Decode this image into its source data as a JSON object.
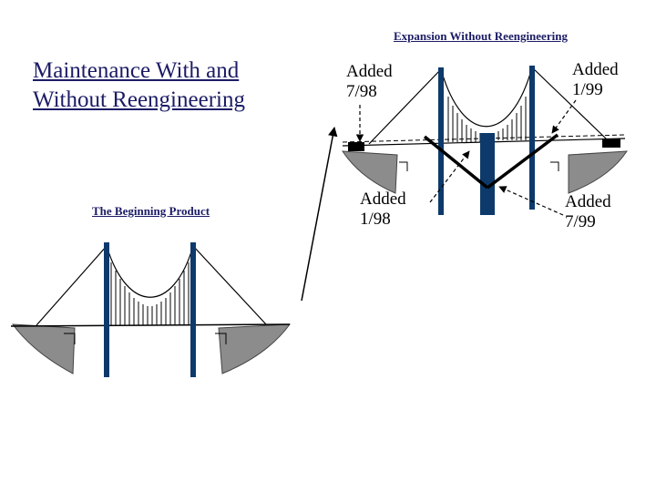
{
  "slide": {
    "title_line1": "Maintenance With and",
    "title_line2": "Without Reengineering"
  },
  "diagram": {
    "left_caption": "The Beginning Product",
    "right_caption": "Expansion Without Reengineering",
    "annotations": [
      {
        "line1": "Added",
        "line2": "7/98"
      },
      {
        "line1": "Added",
        "line2": "1/99"
      },
      {
        "line1": "Added",
        "line2": "1/98"
      },
      {
        "line1": "Added",
        "line2": "7/99"
      }
    ],
    "colors": {
      "tower": "#0d3a6b",
      "cable": "#000000",
      "ground": "#8c8c8c",
      "text": "#1c1c66"
    }
  }
}
